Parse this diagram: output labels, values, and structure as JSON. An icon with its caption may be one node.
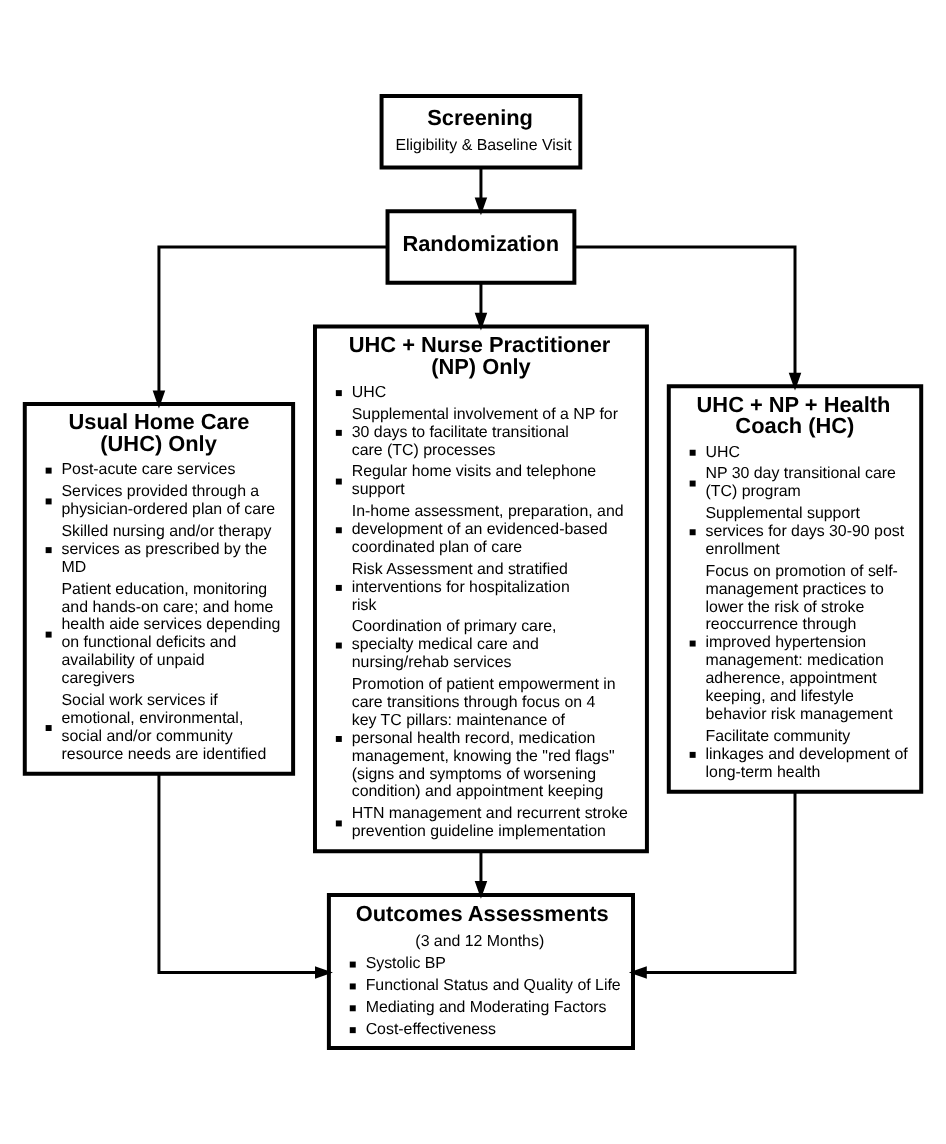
{
  "diagram": {
    "nodes": [
      {
        "text": [
          "Screening",
          "Eligibility & Baseline Visit"
        ]
      },
      {
        "text": [
          "Randomization"
        ]
      },
      {
        "text": [
          "Usual Home Care (UHC) Only",
          "Post-acute care services",
          "Services provided through a physician-ordered plan of care",
          "Skilled nursing and/or therapy services as prescribed by the MD",
          "Patient education, monitoring and hands-on care; and home health aide services depending on functional deficits and availability of unpaid caregivers",
          "Social work services if emotional, environmental, social and/or community resource needs are identified"
        ]
      },
      {
        "text": [
          "UHC + Nurse Practitioner (NP) Only",
          "UHC",
          "Supplemental involvement of a NP for 30 days to facilitate transitional care (TC) processes",
          "Regular home visits and telephone support",
          "In-home assessment, preparation, and development of an evidenced-based coordinated plan of care",
          "Risk Assessment and stratified interventions for hospitalization risk",
          "Coordination of primary care, specialty medical care and nursing/rehab services",
          "Promotion of patient empowerment in care transitions through focus on 4 key TC pillars: maintenance of personal health record, medication management, knowing the \"red flags\" (signs and symptoms of worsening condition) and appointment keeping",
          "HTN management and recurrent stroke prevention guideline implementation"
        ]
      },
      {
        "text": [
          "UHC + NP + Health Coach (HC)",
          "UHC",
          "NP 30 day transitional care (TC) program",
          "Supplemental support services for days 30-90 post enrollment",
          "Focus on promotion of self-management practices to lower the risk of stroke reoccurrence through improved hypertension management: medication adherence, appointment keeping, and lifestyle behavior risk management",
          "Facilitate community linkages and development of long-term health"
        ]
      },
      {
        "text": [
          "Outcomes Assessments",
          "(3 and 12 Months)",
          "Systolic BP",
          "Functional Status and Quality of Life",
          "Mediating and Moderating Factors",
          "Cost-effectiveness"
        ]
      }
    ],
    "edges": [
      {
        "from": 0,
        "to": 1,
        "arrow": "to"
      },
      {
        "from": 1,
        "to": 2,
        "arrow": "to"
      },
      {
        "from": 1,
        "to": 3,
        "arrow": "to"
      },
      {
        "from": 1,
        "to": 4,
        "arrow": "to"
      },
      {
        "from": 2,
        "to": 5,
        "arrow": "to"
      },
      {
        "from": 3,
        "to": 5,
        "arrow": "to"
      },
      {
        "from": 4,
        "to": 5,
        "arrow": "to"
      }
    ]
  }
}
